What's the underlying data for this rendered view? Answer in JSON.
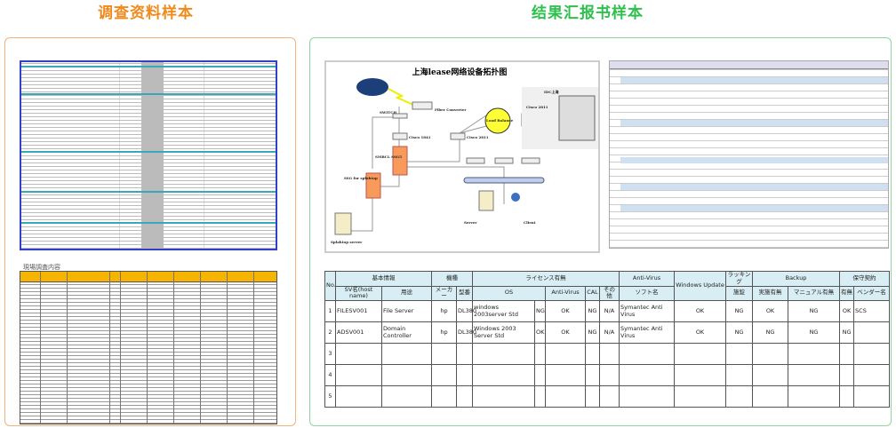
{
  "titles": {
    "left": "调查资料样本",
    "right": "结果汇报书样本"
  },
  "left": {
    "survey_label": "現場調査内容"
  },
  "diagram": {
    "title": "上海lease网络设备拓扑图",
    "labels": {
      "fiber": "Fiber Converter",
      "switch": "SWITCH",
      "cisco1841": "Cisco 1841",
      "cisco2811a": "Cisco 2811",
      "cisco2811b": "Cisco 2811",
      "lb": "Load Balance",
      "idc": "IDC上海",
      "smbcl": "SMBCL SSG5",
      "ssg": "SSG for splahtop",
      "splahtop": "Splahtop server",
      "server": "Server",
      "client": "Client"
    }
  },
  "table": {
    "groups": [
      "No.",
      "基本情報",
      "機種",
      "ライセンス有無",
      "Anti-Virus",
      "Windows Update",
      "ラッキング",
      "Backup",
      "保守契約"
    ],
    "sub": [
      "SV名(host name)",
      "用途",
      "メーカー",
      "型番",
      "OS",
      "Anti-Virus",
      "CAL",
      "その他",
      "ソフト名",
      "施錠",
      "実施有無",
      "マニュアル有無",
      "有無",
      "ベンダー名"
    ],
    "rows": [
      [
        "1",
        "FILESV001",
        "File Server",
        "hp",
        "DL380",
        "windows 2003server  Std",
        "NG",
        "OK",
        "NG",
        "N/A",
        "Symantec Anti Virus",
        "OK",
        "NG",
        "OK",
        "NG",
        "OK",
        "SCS"
      ],
      [
        "2",
        "ADSV001",
        "Domain Controller",
        "hp",
        "DL380",
        "Windows 2003 Server  Std",
        "OK",
        "OK",
        "NG",
        "N/A",
        "Symantec Anti Virus",
        "OK",
        "NG",
        "NG",
        "NG",
        "NG",
        ""
      ],
      [
        "3",
        "",
        "",
        "",
        "",
        "",
        "",
        "",
        "",
        "",
        "",
        "",
        "",
        "",
        "",
        "",
        ""
      ],
      [
        "4",
        "",
        "",
        "",
        "",
        "",
        "",
        "",
        "",
        "",
        "",
        "",
        "",
        "",
        "",
        "",
        ""
      ],
      [
        "5",
        "",
        "",
        "",
        "",
        "",
        "",
        "",
        "",
        "",
        "",
        "",
        "",
        "",
        "",
        "",
        ""
      ]
    ]
  }
}
